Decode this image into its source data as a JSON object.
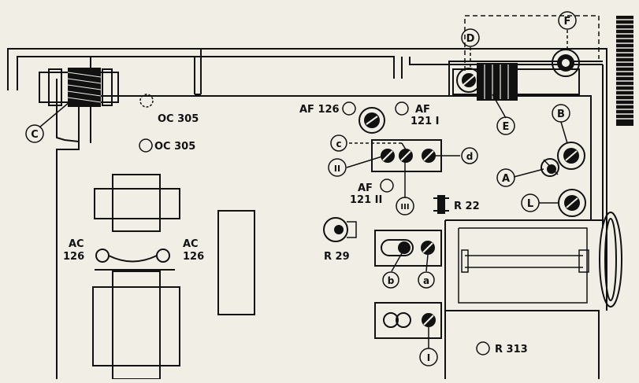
{
  "labels": {
    "C": "C",
    "D": "D",
    "F": "F",
    "E": "E",
    "B": "B",
    "A": "A",
    "L": "L",
    "c_small": "c",
    "d_small": "d",
    "b_small": "b",
    "a_small": "a",
    "II": "II",
    "III": "III",
    "I": "I",
    "oc305_1": "OC 305",
    "oc305_2": "OC 305",
    "af126_a": "AF 126",
    "af121i_1": "AF",
    "af121i_2": "121 I",
    "af121ii_1": "AF",
    "af121ii_2": "121 II",
    "r22": "R 22",
    "r29": "R 29",
    "r313": "R 313",
    "ac126_l1": "AC",
    "ac126_l2": "126",
    "ac126_r1": "AC",
    "ac126_r2": "126"
  },
  "colors": {
    "ink": "#111111",
    "paper": "#f1eee6"
  }
}
